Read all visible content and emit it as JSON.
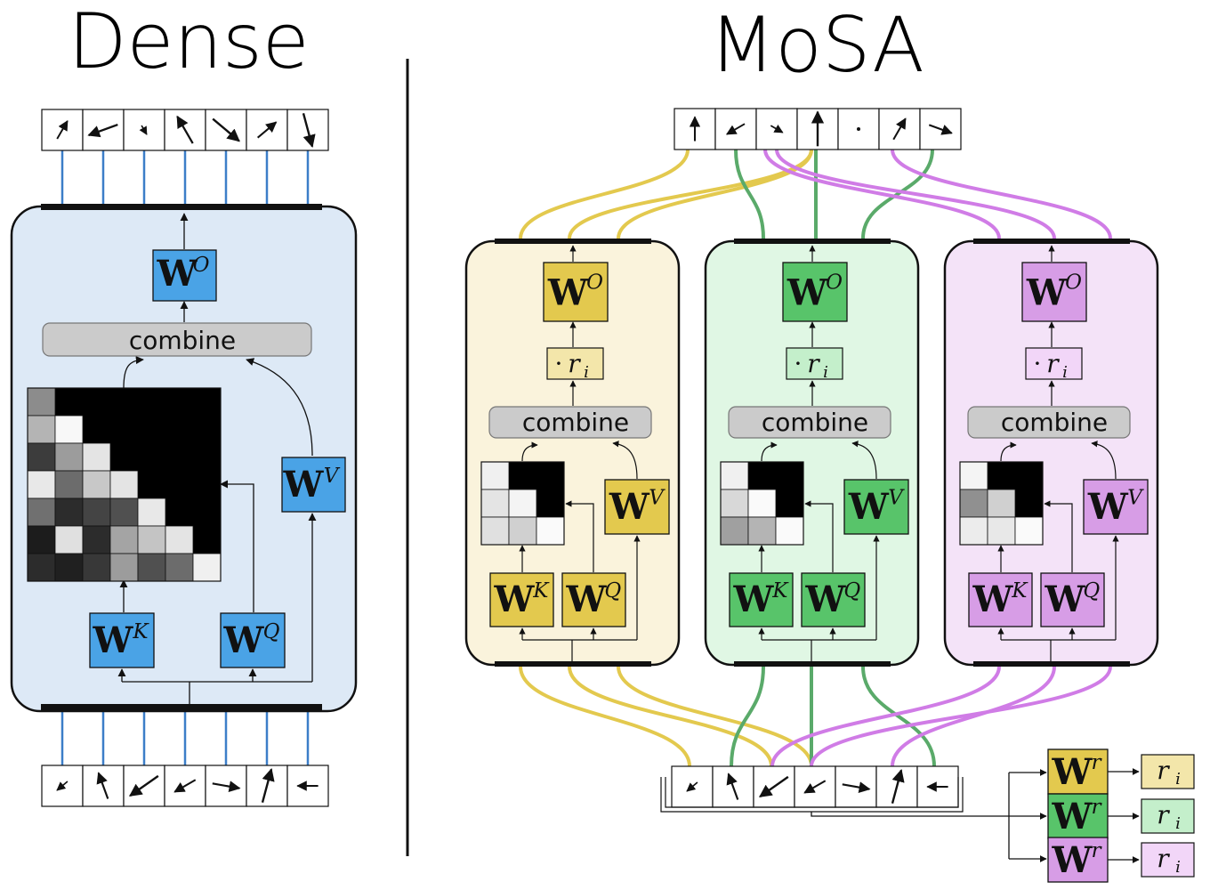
{
  "titles": {
    "dense": "Dense",
    "mosa": "MoSA"
  },
  "labels": {
    "combine": "combine",
    "w_letter": "W",
    "sup_o": "O",
    "sup_k": "K",
    "sup_q": "Q",
    "sup_v": "V",
    "sup_r": "r",
    "scale_dot": "·",
    "r_i_main": "r",
    "r_i_sub": "i"
  },
  "colors": {
    "dense_block_bg": "#dde9f6",
    "dense_weight": "#4aa3e6",
    "dense_wire": "#3c7ec8",
    "head1_bg": "#faf3dc",
    "head1_weight": "#e3c94e",
    "head1_wire": "#e3c94e",
    "head1_light": "#f3e6aa",
    "head2_bg": "#e0f7e4",
    "head2_weight": "#58c46a",
    "head2_wire": "#5aaa6a",
    "head2_light": "#c4efcb",
    "head3_bg": "#f4e3f8",
    "head3_weight": "#d79de6",
    "head3_wire": "#d07ce6",
    "head3_light": "#f2d6f8"
  },
  "dense_attention_grays": [
    [
      "#8c8c8c"
    ],
    [
      "#b4b4b4",
      "#f8f8f8"
    ],
    [
      "#3c3c3c",
      "#9c9c9c",
      "#e4e4e4"
    ],
    [
      "#e8e8e8",
      "#6c6c6c",
      "#c8c8c8",
      "#e4e4e4"
    ],
    [
      "#707070",
      "#2c2c2c",
      "#444444",
      "#505050",
      "#e8e8e8"
    ],
    [
      "#1c1c1c",
      "#e0e0e0",
      "#2c2c2c",
      "#a4a4a4",
      "#c4c4c4",
      "#e4e4e4"
    ],
    [
      "#2c2c2c",
      "#202020",
      "#383838",
      "#9c9c9c",
      "#505050",
      "#6c6c6c",
      "#f0f0f0"
    ]
  ],
  "heads": [
    {
      "name": "yellow",
      "attention_grays": [
        [
          "#f0f0f0"
        ],
        [
          "#e4e4e4",
          "#f4f4f4"
        ],
        [
          "#e0e0e0",
          "#d0d0d0",
          "#fafafa"
        ]
      ]
    },
    {
      "name": "green",
      "attention_grays": [
        [
          "#f0f0f0"
        ],
        [
          "#d8d8d8",
          "#fafafa"
        ],
        [
          "#a0a0a0",
          "#b4b4b4",
          "#fafafa"
        ]
      ]
    },
    {
      "name": "purple",
      "attention_grays": [
        [
          "#f4f4f4"
        ],
        [
          "#909090",
          "#d0d0d0"
        ],
        [
          "#ececec",
          "#e8e8e8",
          "#fafafa"
        ]
      ]
    }
  ],
  "dense_token_arrows": {
    "output": [
      {
        "angle": -60,
        "len": 0.6
      },
      {
        "angle": 160,
        "len": 0.9
      },
      {
        "angle": 60,
        "len": 0.3
      },
      {
        "angle": -120,
        "len": 0.9
      },
      {
        "angle": 40,
        "len": 1.0
      },
      {
        "angle": -40,
        "len": 0.7
      },
      {
        "angle": 75,
        "len": 1.0
      }
    ],
    "input": [
      {
        "angle": 140,
        "len": 0.4
      },
      {
        "angle": -110,
        "len": 0.8
      },
      {
        "angle": 145,
        "len": 1.0
      },
      {
        "angle": 150,
        "len": 0.7
      },
      {
        "angle": 10,
        "len": 0.8
      },
      {
        "angle": -75,
        "len": 1.0
      },
      {
        "angle": 180,
        "len": 0.6
      }
    ]
  },
  "mosa_token_arrows": {
    "output": [
      {
        "angle": -90,
        "len": 0.7
      },
      {
        "angle": 150,
        "len": 0.6
      },
      {
        "angle": 30,
        "len": 0.4
      },
      {
        "angle": -90,
        "len": 1.0
      },
      {
        "angle": 0,
        "len": 0.0
      },
      {
        "angle": -60,
        "len": 0.7
      },
      {
        "angle": 20,
        "len": 0.7
      }
    ],
    "input": [
      {
        "angle": 140,
        "len": 0.4
      },
      {
        "angle": -110,
        "len": 0.8
      },
      {
        "angle": 145,
        "len": 1.0
      },
      {
        "angle": 150,
        "len": 0.7
      },
      {
        "angle": 10,
        "len": 0.8
      },
      {
        "angle": -75,
        "len": 1.0
      },
      {
        "angle": 180,
        "len": 0.6
      }
    ]
  }
}
